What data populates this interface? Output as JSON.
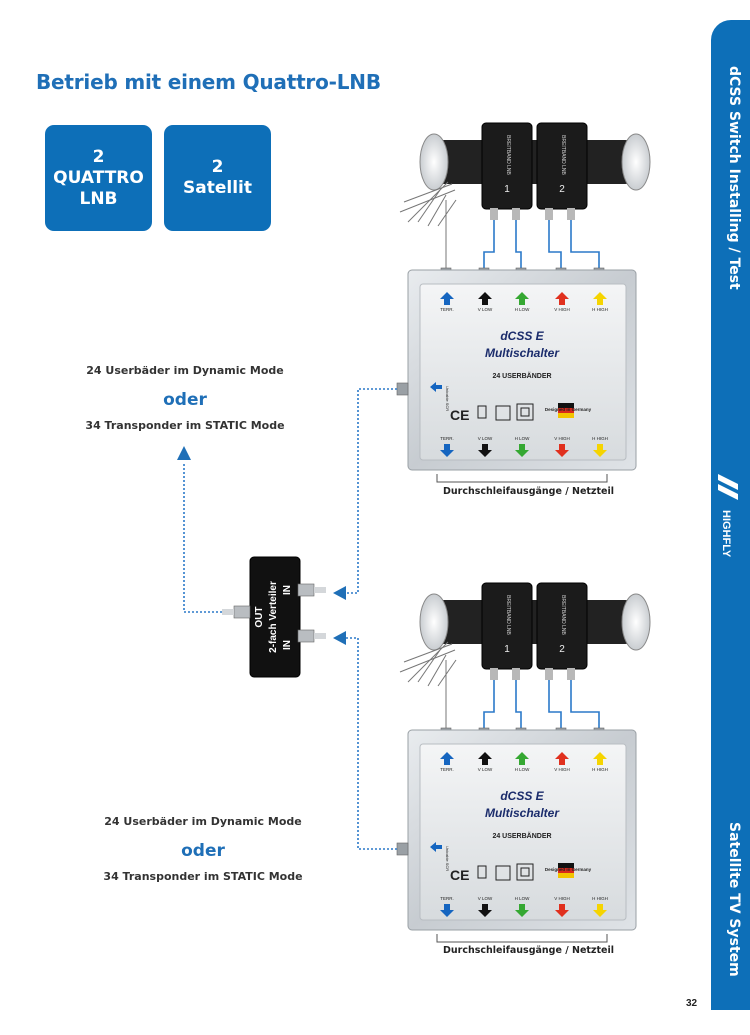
{
  "page": {
    "title": "Betrieb mit einem Quattro-LNB",
    "page_number": "32"
  },
  "tiles": [
    {
      "lines": [
        "2",
        "QUATTRO",
        "LNB"
      ]
    },
    {
      "lines": [
        "2",
        "Satellit"
      ]
    }
  ],
  "sidebar": {
    "top_text": "dCSS Switch Installing / Test",
    "bottom_text": "Satellite TV System",
    "brand": "HIGHFLY",
    "color": "#0d6fb8"
  },
  "upper_group": {
    "mode_dynamic": "24 Userbäder im Dynamic Mode",
    "or": "oder",
    "mode_static": "34 Transponder im STATIC Mode"
  },
  "lower_group": {
    "mode_dynamic": "24 Userbäder im Dynamic Mode",
    "or": "oder",
    "mode_static": "34 Transponder im STATIC Mode"
  },
  "splitter": {
    "out": "OUT",
    "name": "2-fach Verteiler",
    "in1": "IN",
    "in2": "IN"
  },
  "lnb": {
    "labels": [
      "BREITBAND LNB",
      "BREITBAND LNB"
    ],
    "numbers": [
      "1",
      "2"
    ]
  },
  "multiswitch": {
    "name_line1": "dCSS E",
    "name_line2": "Multischalter",
    "subtitle": "24 USERBÄNDER",
    "ports": [
      "TERR.",
      "V LOW",
      "H LOW",
      "V HIGH",
      "H HIGH"
    ],
    "port_colors": [
      "#1565c0",
      "#111111",
      "#35a832",
      "#e0301e",
      "#f5d400"
    ],
    "badge": "Designed in Germany",
    "output_label": "Unicable SCR",
    "cable_color": "#2b79c9"
  },
  "captions": {
    "loop_through": "Durchschleifausgänge / Netzteil"
  }
}
